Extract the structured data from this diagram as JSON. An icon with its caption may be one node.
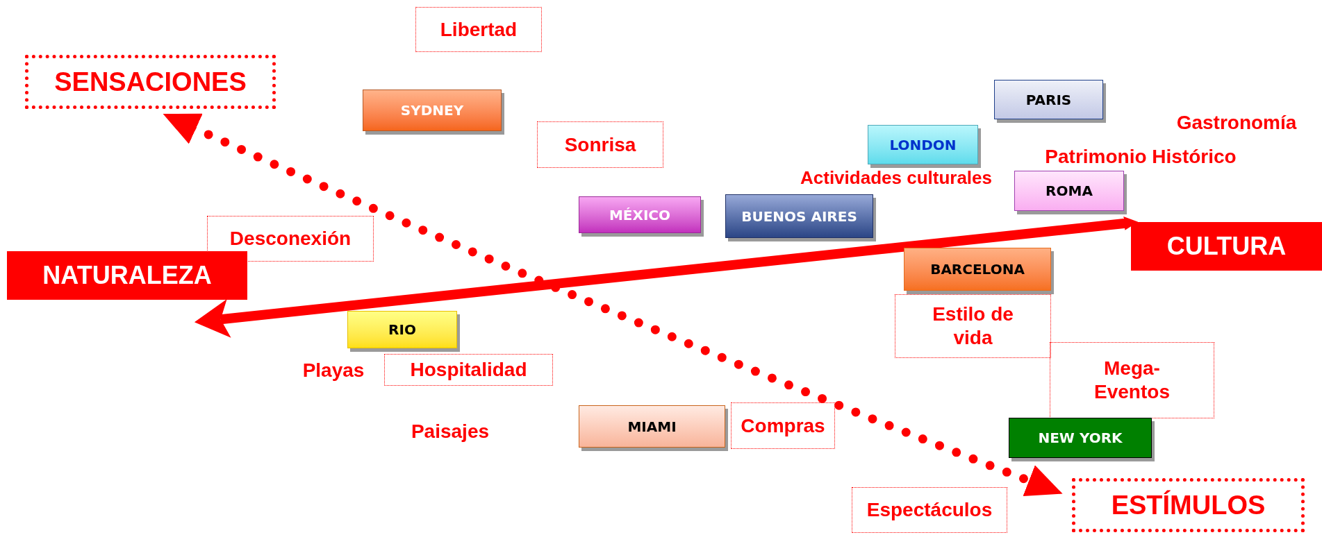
{
  "diagram": {
    "nodes": [
      {
        "text": [
          "Libertad"
        ]
      },
      {
        "text": [
          "SENSACIONES"
        ]
      },
      {
        "text": [
          "PARIS"
        ]
      },
      {
        "text": [
          "SYDNEY"
        ]
      },
      {
        "text": [
          "Sonrisa"
        ]
      },
      {
        "text": [
          "LONDON"
        ]
      },
      {
        "text": [
          "MÉXICO"
        ]
      },
      {
        "text": [
          "ROMA"
        ]
      },
      {
        "text": [
          "Desconexión"
        ]
      },
      {
        "text": [
          "BUENOS AIRES"
        ]
      },
      {
        "text": [
          "CULTURA"
        ]
      },
      {
        "text": [
          "NATURALEZA"
        ]
      },
      {
        "text": [
          "BARCELONA"
        ]
      },
      {
        "text": [
          "RIO"
        ]
      },
      {
        "text": [
          "Estilo de vida"
        ]
      },
      {
        "text": [
          "Hospitalidad"
        ]
      },
      {
        "text": [
          "Mega-Eventos"
        ]
      },
      {
        "text": [
          "MIAMI"
        ]
      },
      {
        "text": [
          "Compras"
        ]
      },
      {
        "text": [
          "NEW YORK"
        ]
      },
      {
        "text": [
          "Espectáculos"
        ]
      },
      {
        "text": [
          "ESTÍMULOS"
        ]
      }
    ],
    "edges": [
      {
        "from": 11,
        "to": 10,
        "arrow": "both"
      },
      {
        "from": 1,
        "to": 21,
        "arrow": "both",
        "style": "dashed"
      }
    ],
    "labels": [
      "Gastronomía",
      "Actividades culturales",
      "Patrimonio Histórico",
      "Playas",
      "Paisajes"
    ]
  }
}
